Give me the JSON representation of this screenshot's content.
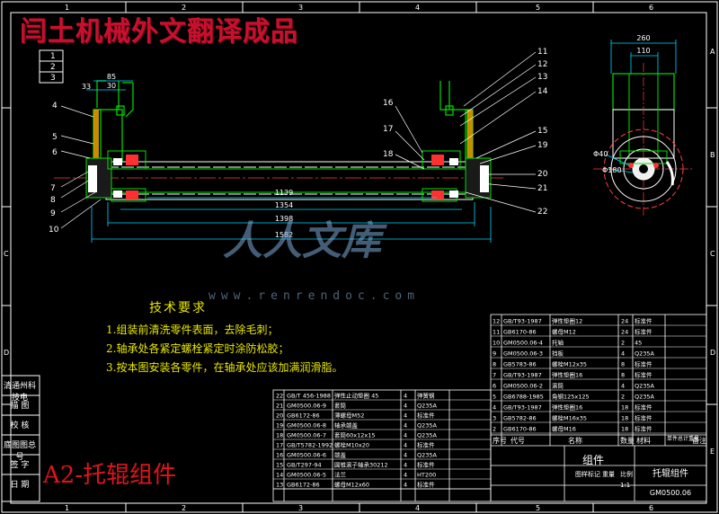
{
  "overlay": {
    "top_banner": "闫土机械外文翻译成品",
    "bottom_title": "A2-托辊组件",
    "watermark_text": "人人文库",
    "watermark_url": "www.renrendoc.com"
  },
  "border_letters": [
    "A",
    "B",
    "C",
    "D",
    "E"
  ],
  "border_numbers": [
    "1",
    "2",
    "3",
    "4",
    "5",
    "6"
  ],
  "dimensions": {
    "d85": "85",
    "d33": "33",
    "d30": "30",
    "d1139": "1139",
    "d1354": "1354",
    "d1398": "1398",
    "d1582": "1582",
    "d260": "260",
    "d110": "110",
    "d40": "Φ40",
    "d180": "Φ180"
  },
  "balloons_left": [
    "1",
    "2",
    "3",
    "4",
    "5",
    "6",
    "7",
    "8",
    "9",
    "10"
  ],
  "balloons_right": [
    "11",
    "12",
    "13",
    "14",
    "15",
    "16",
    "17",
    "18",
    "19",
    "20",
    "21",
    "22"
  ],
  "tech_requirements": {
    "heading": "技术要求",
    "items": [
      "1.组装前清洗零件表面，去除毛刺；",
      "2.轴承处各紧定螺栓紧定时涂防松胶；",
      "3.按本图安装各零件，在轴承处应该加满润滑脂。"
    ]
  },
  "side_block": [
    "清通州科技电",
    "描 图",
    "校 核",
    "底图图总号",
    "签 字",
    "日 期"
  ],
  "bom_left": [
    [
      "22",
      "GB/T 456-1988",
      "弹性止动垫圈 45",
      "4",
      "弹簧钢"
    ],
    [
      "21",
      "GM0500.06-9",
      "套筒",
      "4",
      "Q235A"
    ],
    [
      "20",
      "GB6172-86",
      "薄螺母M52",
      "4",
      "标准件"
    ],
    [
      "19",
      "GM0500.06-8",
      "轴承端盖",
      "4",
      "Q235A"
    ],
    [
      "18",
      "GM0500.06-7",
      "套筒60x12x15",
      "4",
      "Q235A"
    ],
    [
      "17",
      "GB/T5782-1992",
      "螺栓M10x20",
      "4",
      "标准件"
    ],
    [
      "16",
      "GM0500.06-6",
      "端盖",
      "4",
      "Q235A"
    ],
    [
      "15",
      "GB/T297-94",
      "圆锥滚子轴承30212",
      "4",
      "标准件"
    ],
    [
      "14",
      "GM0500.06-5",
      "法兰",
      "4",
      "HT200"
    ],
    [
      "13",
      "GB6172-86",
      "螺母M12x60",
      "4",
      "标准件"
    ]
  ],
  "bom_right": [
    [
      "12",
      "GB/T93-1987",
      "弹性垫圈12",
      "24",
      "标准件"
    ],
    [
      "11",
      "GB6170-86",
      "螺母M12",
      "24",
      "标准件"
    ],
    [
      "10",
      "GM0500.06-4",
      "托轴",
      "2",
      "45"
    ],
    [
      "9",
      "GM0500.06-3",
      "挡板",
      "4",
      "Q235A"
    ],
    [
      "8",
      "GB5783-86",
      "螺栓M12x35",
      "8",
      "标准件"
    ],
    [
      "7",
      "GB/T93-1987",
      "弹性垫圈16",
      "8",
      "标准件"
    ],
    [
      "6",
      "GM0500.06-2",
      "滚筒",
      "4",
      "Q235A"
    ],
    [
      "5",
      "GB6788-1985",
      "角钢125x125",
      "2",
      "Q235A"
    ],
    [
      "4",
      "GB/T93-1987",
      "弹性垫圈16",
      "18",
      "标准件"
    ],
    [
      "3",
      "GB5782-86",
      "螺栓M16x35",
      "18",
      "标准件"
    ],
    [
      "2",
      "GB6170-86",
      "螺母M16",
      "18",
      "标准件"
    ]
  ],
  "bom_headers": [
    "序号",
    "代号",
    "名称",
    "数量",
    "材料",
    "单件总计重量",
    "备注"
  ],
  "title_block": {
    "part_name": "组件",
    "drawing_name": "托辊组件",
    "drawing_code": "GM0500.06",
    "scale": "1:1",
    "labels": [
      "图样标记",
      "重量",
      "比例"
    ]
  },
  "colors": {
    "line": "#ffffff",
    "part": "#00e000",
    "dim": "#00d8ff",
    "text_yellow": "#f0f000",
    "red": "#e0141e"
  }
}
